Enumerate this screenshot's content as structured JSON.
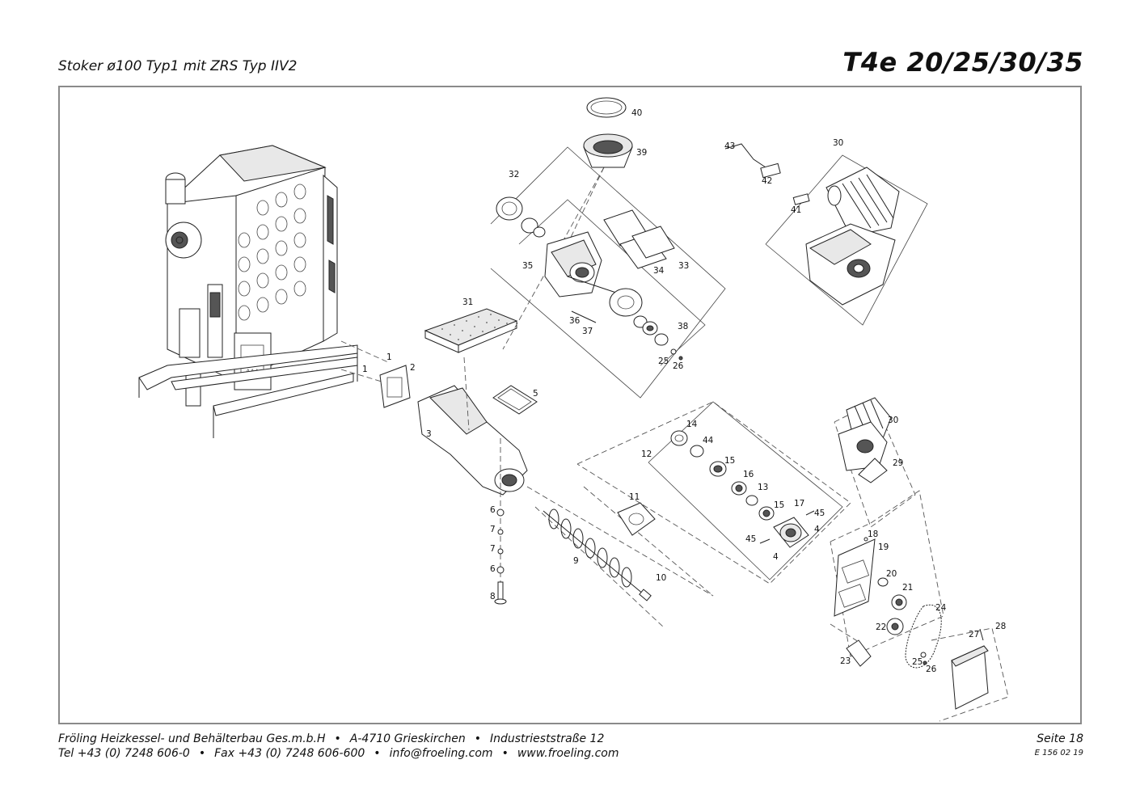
{
  "header": {
    "subtitle": "Stoker ø100 Typ1 mit ZRS Typ IIV2",
    "model": "T4e 20/25/30/35"
  },
  "footer": {
    "company": "Fröling Heizkessel- und Behälterbau Ges.m.b.H",
    "city": "A-4710 Grieskirchen",
    "street": "Industrieststraße 12",
    "tel": "Tel +43 (0) 7248 606-0",
    "fax": "Fax +43 (0) 7248 606-600",
    "email": "info@froeling.com",
    "web": "www.froeling.com",
    "page": "Seite 18",
    "code": "E 156 02 19",
    "bullet": "•"
  },
  "callouts": {
    "n1": "1",
    "n2": "2",
    "n3": "3",
    "n4": "4",
    "n5": "5",
    "n6": "6",
    "n7": "7",
    "n8": "8",
    "n9": "9",
    "n10": "10",
    "n11": "11",
    "n12": "12",
    "n13": "13",
    "n14": "14",
    "n15": "15",
    "n16": "16",
    "n17": "17",
    "n18": "18",
    "n19": "19",
    "n20": "20",
    "n21": "21",
    "n22": "22",
    "n23": "23",
    "n24": "24",
    "n25": "25",
    "n26": "26",
    "n27": "27",
    "n28": "28",
    "n29": "29",
    "n30": "30",
    "n31": "31",
    "n32": "32",
    "n33": "33",
    "n34": "34",
    "n35": "35",
    "n36": "36",
    "n37": "37",
    "n38": "38",
    "n39": "39",
    "n40": "40",
    "n41": "41",
    "n42": "42",
    "n43": "43",
    "n44": "44",
    "n45": "45"
  }
}
